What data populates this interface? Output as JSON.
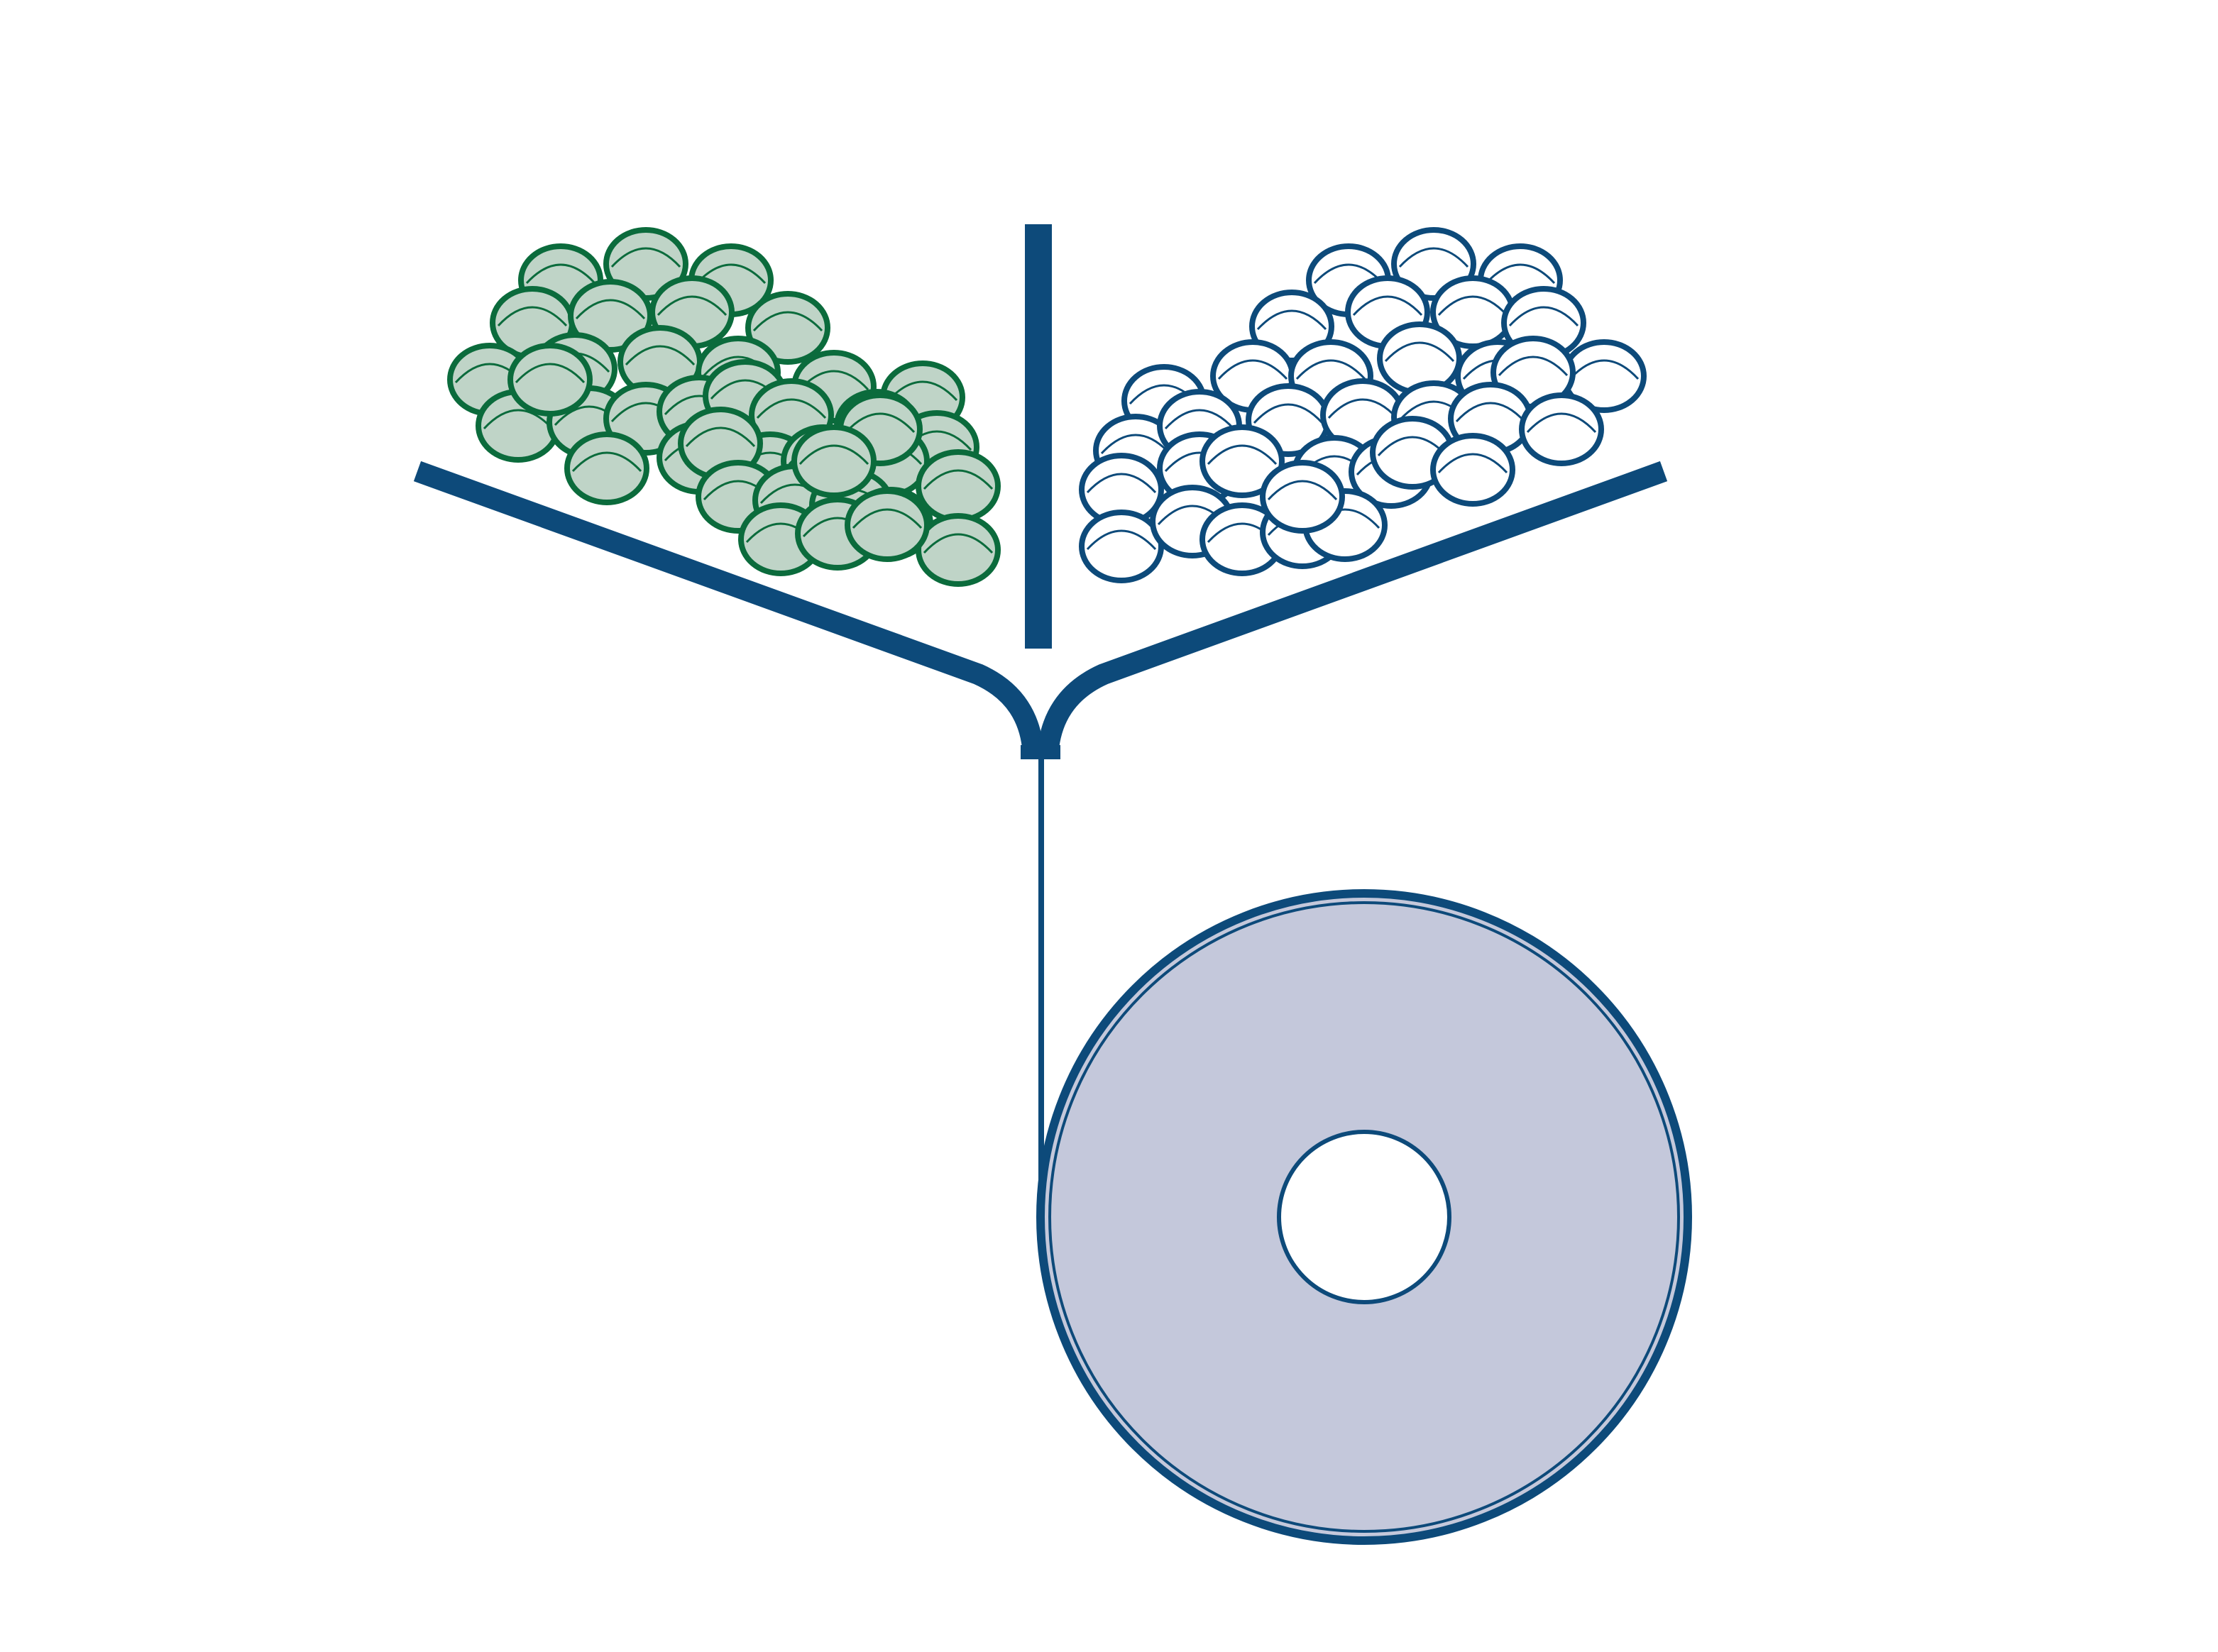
{
  "diagram": {
    "subject": "extrusion-coating-process",
    "palette": {
      "line": "#0d4a7a",
      "green_outline": "#0b6b3c",
      "green_fill": "#bfd4c7",
      "white_outline": "#0d4a7a",
      "white_fill": "#ffffff",
      "roll_fill": "#c4c8db",
      "background": "#ffffff"
    },
    "parts": [
      {
        "id": "green-granules",
        "icon": "granule-cluster"
      },
      {
        "id": "white-granules",
        "icon": "granule-cluster"
      },
      {
        "id": "left-hopper-wall",
        "icon": "line"
      },
      {
        "id": "right-hopper-wall",
        "icon": "line"
      },
      {
        "id": "center-divider",
        "icon": "line"
      },
      {
        "id": "feed-film",
        "icon": "line"
      },
      {
        "id": "roll",
        "icon": "roll-icon"
      }
    ]
  }
}
